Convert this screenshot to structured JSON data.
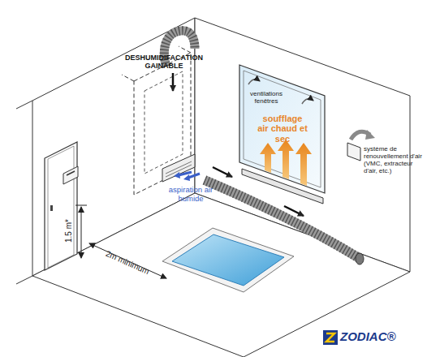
{
  "diagram": {
    "labels": [
      "DESHUMIDIFACATION GAINABLE",
      "ventilations fenêtres",
      "soufflage air chaud et sec",
      "aspiration air humide",
      "système de renouvellement d'air (VMC, extracteur d'air, etc.)",
      "1.5 m*",
      "2m minimum",
      "ZODIAC®"
    ]
  }
}
